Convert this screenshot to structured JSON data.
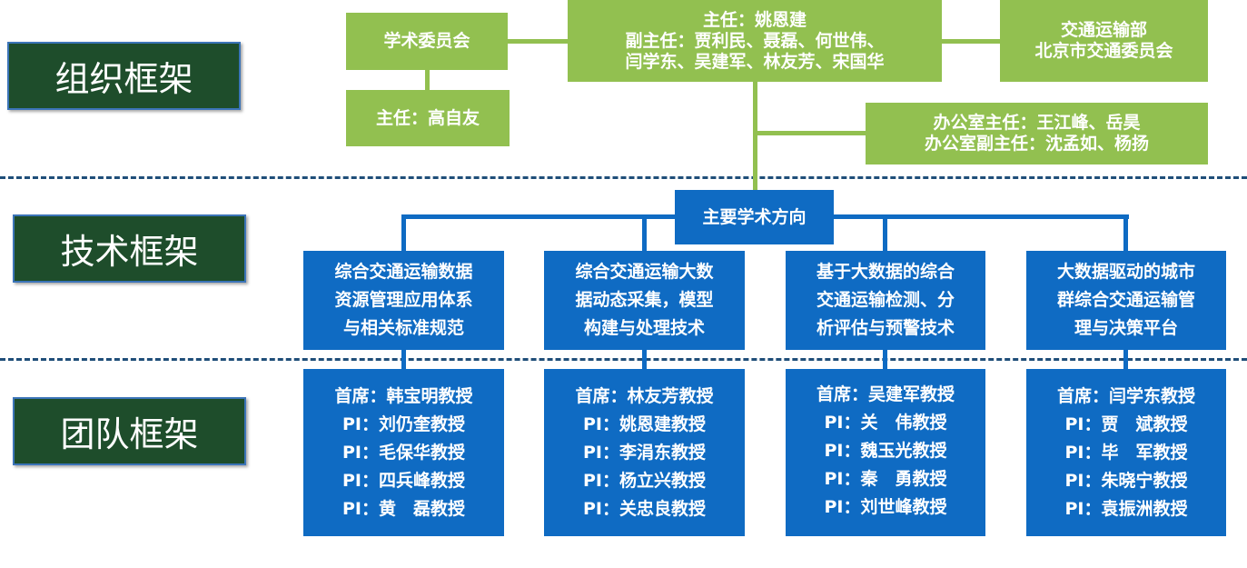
{
  "sections": {
    "org": "组织框架",
    "tech": "技术框架",
    "team": "团队框架"
  },
  "org": {
    "academic_committee": "学术委员会",
    "academic_director": "主任：高自友",
    "leadership": [
      "主任：姚恩建",
      "副主任：贾利民、聂磊、何世伟、",
      "闫学东、吴建军、林友芳、宋国华"
    ],
    "authority": [
      "交通运输部",
      "北京市交通委员会"
    ],
    "office": [
      "办公室主任：王江峰、岳昊",
      "办公室副主任：沈孟如、杨扬"
    ]
  },
  "tech": {
    "main_direction": "主要学术方向",
    "directions": [
      [
        "综合交通运输数据",
        "资源管理应用体系",
        "与相关标准规范"
      ],
      [
        "综合交通运输大数",
        "据动态采集，模型",
        "构建与处理技术"
      ],
      [
        "基于大数据的综合",
        "交通运输检测、分",
        "析评估与预警技术"
      ],
      [
        "大数据驱动的城市",
        "群综合交通运输管",
        "理与决策平台"
      ]
    ]
  },
  "teams": [
    [
      "首席：韩宝明教授",
      "PI：刘仍奎教授",
      "PI：毛保华教授",
      "PI：四兵峰教授",
      "PI：黄　磊教授"
    ],
    [
      "首席：林友芳教授",
      "PI：姚恩建教授",
      "PI：李涓东教授",
      "PI：杨立兴教授",
      "PI：关忠良教授"
    ],
    [
      "首席：吴建军教授",
      "PI：关　伟教授",
      "PI：魏玉光教授",
      "PI：秦　勇教授",
      "PI：刘世峰教授"
    ],
    [
      "首席：闫学东教授",
      "PI：贾　斌教授",
      "PI：毕　军教授",
      "PI：朱晓宁教授",
      "PI：袁振洲教授"
    ]
  ],
  "colors": {
    "section_bg": "#1e4d2b",
    "green": "#92c050",
    "blue": "#0f6bc3",
    "dash": "#1f4e79"
  }
}
